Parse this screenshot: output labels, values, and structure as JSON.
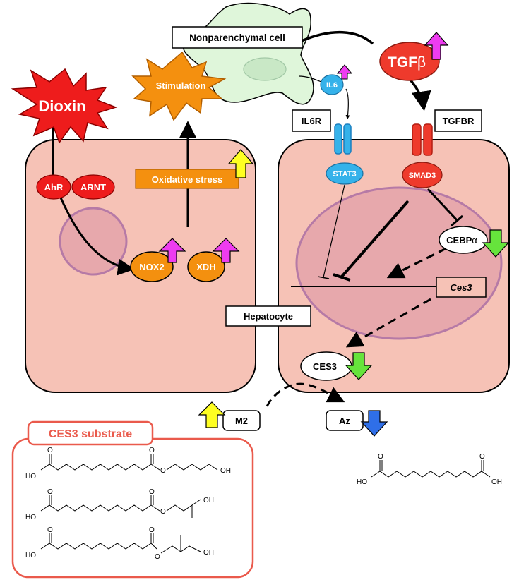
{
  "labels": {
    "dioxin": "Dioxin",
    "stimulation": "Stimulation",
    "nonparenchymal": "Nonparenchymal cell",
    "tgfb_main": "TGF",
    "tgfb_beta": "β",
    "il6": "IL6",
    "il6r": "IL6R",
    "tgfbr": "TGFBR",
    "stat3": "STAT3",
    "smad3": "SMAD3",
    "ahr": "AhR",
    "arnt": "ARNT",
    "oxidative": "Oxidative stress",
    "nox2": "NOX2",
    "xdh": "XDH",
    "cebpa_main": "CEBP",
    "cebpa_alpha": "α",
    "ces3_gene": "Ces3",
    "hepatocyte": "Hepatocyte",
    "ces3_protein": "CES3",
    "m2": "M2",
    "az": "Az",
    "substrate_title": "CES3 substrate"
  },
  "chem": {
    "ho": "HO",
    "oh": "OH",
    "o": "O"
  },
  "colors": {
    "cell_fill": "#f6c2b6",
    "nucleus_fill": "#e7a8ac",
    "nucleus_stroke": "#b67aa6",
    "npc_fill": "#dff6da",
    "red_shape": "#ee3a2c",
    "orange": "#f4900f",
    "blue_receptor": "#35b2ea",
    "up_magenta": "#ee3cf0",
    "up_yellow": "#ffff22",
    "down_green": "#66e43c",
    "down_blue": "#2f6fe8",
    "substrate_box": "#ea5a4c"
  }
}
